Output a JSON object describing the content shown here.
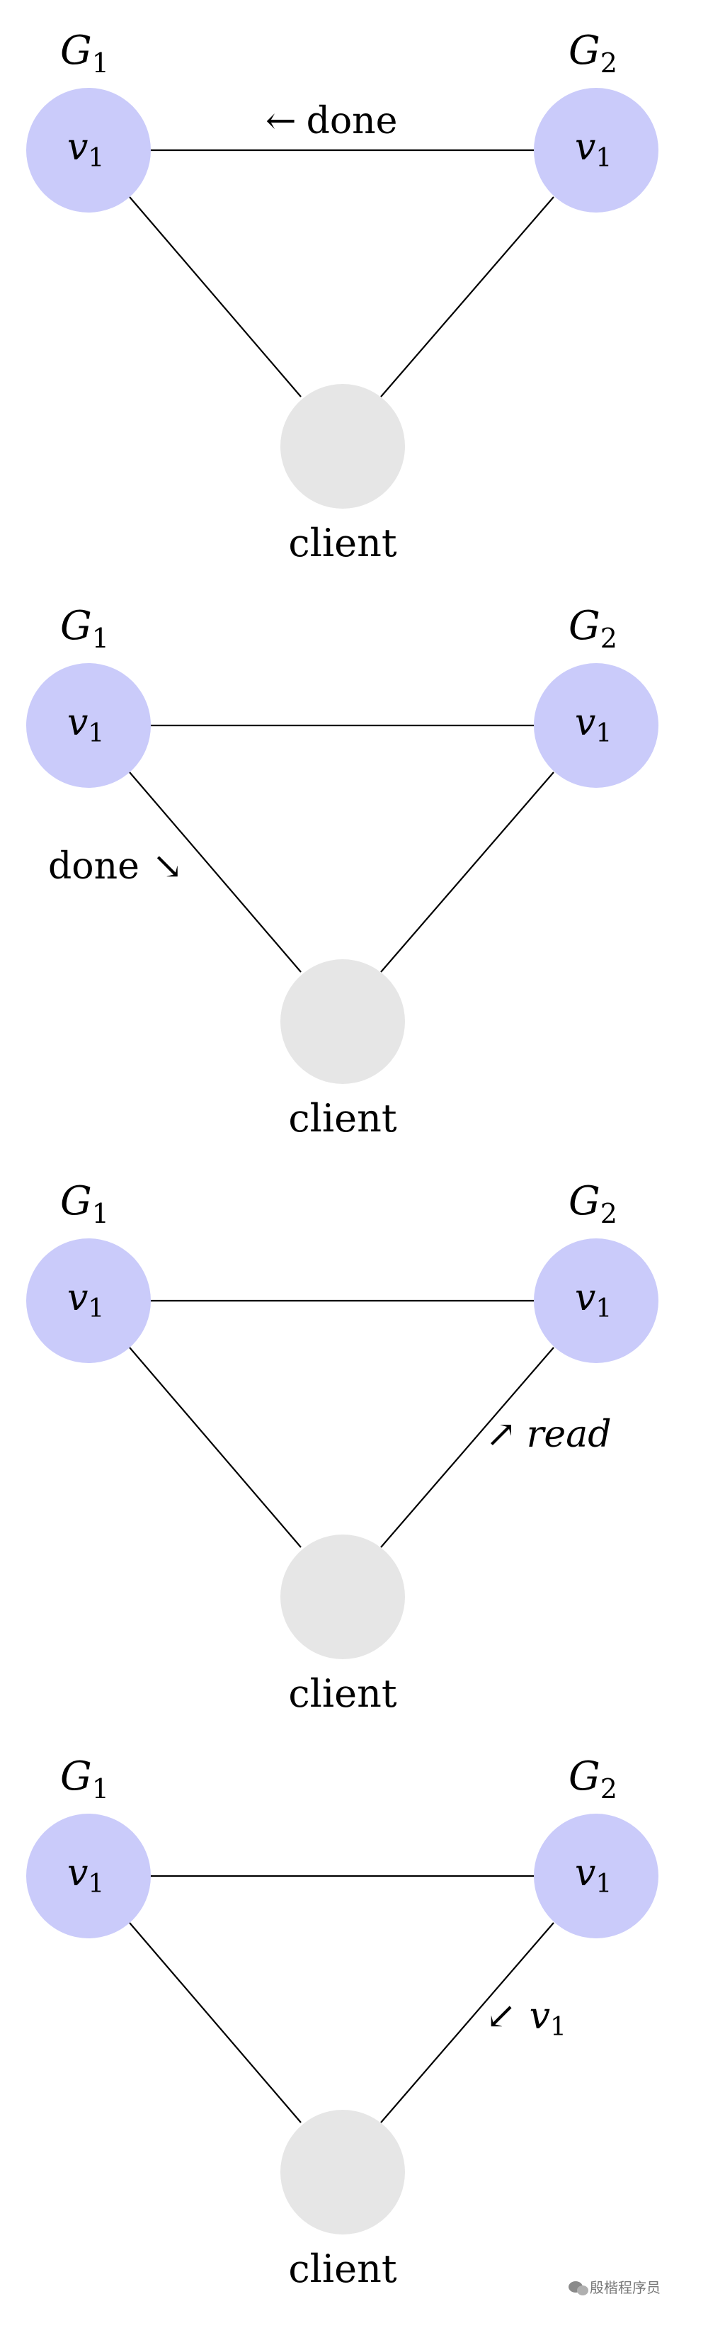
{
  "colors": {
    "server_node": "#cacbfa",
    "client_node": "#e6e6e6",
    "edge": "#000000",
    "text": "#000000"
  },
  "panels": [
    {
      "g1_label": {
        "base": "G",
        "sub": "1"
      },
      "g2_label": {
        "base": "G",
        "sub": "2"
      },
      "v_left": {
        "base": "v",
        "sub": "1"
      },
      "v_right": {
        "base": "v",
        "sub": "1"
      },
      "client_label": "client",
      "annotation": {
        "arrow": "←",
        "text": "done",
        "style": "roman",
        "position": "top-edge"
      }
    },
    {
      "g1_label": {
        "base": "G",
        "sub": "1"
      },
      "g2_label": {
        "base": "G",
        "sub": "2"
      },
      "v_left": {
        "base": "v",
        "sub": "1"
      },
      "v_right": {
        "base": "v",
        "sub": "1"
      },
      "client_label": "client",
      "annotation": {
        "arrow": "↘",
        "text": "done",
        "style": "roman",
        "position": "left-edge"
      }
    },
    {
      "g1_label": {
        "base": "G",
        "sub": "1"
      },
      "g2_label": {
        "base": "G",
        "sub": "2"
      },
      "v_left": {
        "base": "v",
        "sub": "1"
      },
      "v_right": {
        "base": "v",
        "sub": "1"
      },
      "client_label": "client",
      "annotation": {
        "arrow": "↗",
        "text": "read",
        "style": "italic",
        "position": "right-edge"
      }
    },
    {
      "g1_label": {
        "base": "G",
        "sub": "1"
      },
      "g2_label": {
        "base": "G",
        "sub": "2"
      },
      "v_left": {
        "base": "v",
        "sub": "1"
      },
      "v_right": {
        "base": "v",
        "sub": "1"
      },
      "client_label": "client",
      "annotation": {
        "arrow": "↙",
        "text": "v",
        "text_sub": "1",
        "style": "italic",
        "position": "right-edge"
      }
    }
  ],
  "watermark": "殷楷程序员"
}
